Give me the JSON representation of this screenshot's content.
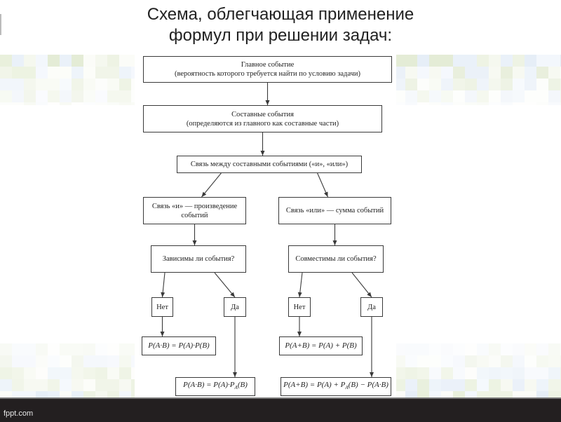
{
  "slide": {
    "title_lines": [
      "Схема, облегчающая применение",
      "формул при решении задач:"
    ],
    "footer_text": "fppt.com"
  },
  "colors": {
    "footer_bg": "#231f20",
    "box_border": "#3a3a3a",
    "arrow": "#3a3a3a",
    "title_text": "#222222",
    "mosaic_palette": [
      "#e9f0dc",
      "#eef3e4",
      "#e6eef7",
      "#f3f7fc",
      "#f5f8ef",
      "#eaf1f9",
      "#fbfcf8",
      "#e4ecd6"
    ]
  },
  "diagram": {
    "nodes": {
      "main_event": {
        "lines": [
          "Главное событие",
          "(вероятность которого требуется найти по условию задачи)"
        ]
      },
      "compound_events": {
        "lines": [
          "Составные события",
          "(определяются из главного как составные части)"
        ]
      },
      "relation": {
        "lines": [
          "Связь между составными событиями («и», «или»)"
        ]
      },
      "and_relation": {
        "lines": [
          "Связь «и» — произведение",
          "событий"
        ]
      },
      "or_relation": {
        "lines": [
          "Связь «или» — сумма событий"
        ]
      },
      "dependent_question": {
        "lines": [
          "Зависимы ли события?"
        ]
      },
      "compatible_question": {
        "lines": [
          "Совместимы ли события?"
        ]
      },
      "and_no": {
        "lines": [
          "Нет"
        ]
      },
      "and_yes": {
        "lines": [
          "Да"
        ]
      },
      "or_no": {
        "lines": [
          "Нет"
        ]
      },
      "or_yes": {
        "lines": [
          "Да"
        ]
      },
      "formula_independent": {
        "lines": [
          "P(A·B) = P(A)·P(B)"
        ]
      },
      "formula_dependent": {
        "lines": [
          "P(A·B) = P(A)·P_A(B)"
        ]
      },
      "formula_incompatible": {
        "lines": [
          "P(A+B) = P(A) + P(B)"
        ]
      },
      "formula_compatible": {
        "lines": [
          "P(A+B) = P(A) + P_A(B) − P(A·B)"
        ]
      }
    },
    "edges": [
      [
        "main_event",
        "compound_events"
      ],
      [
        "compound_events",
        "relation"
      ],
      [
        "relation",
        "and_relation"
      ],
      [
        "relation",
        "or_relation"
      ],
      [
        "and_relation",
        "dependent_question"
      ],
      [
        "or_relation",
        "compatible_question"
      ],
      [
        "dependent_question",
        "and_no"
      ],
      [
        "dependent_question",
        "and_yes"
      ],
      [
        "compatible_question",
        "or_no"
      ],
      [
        "compatible_question",
        "or_yes"
      ],
      [
        "and_no",
        "formula_independent"
      ],
      [
        "and_yes",
        "formula_dependent"
      ],
      [
        "or_no",
        "formula_incompatible"
      ],
      [
        "or_yes",
        "formula_compatible"
      ]
    ]
  }
}
